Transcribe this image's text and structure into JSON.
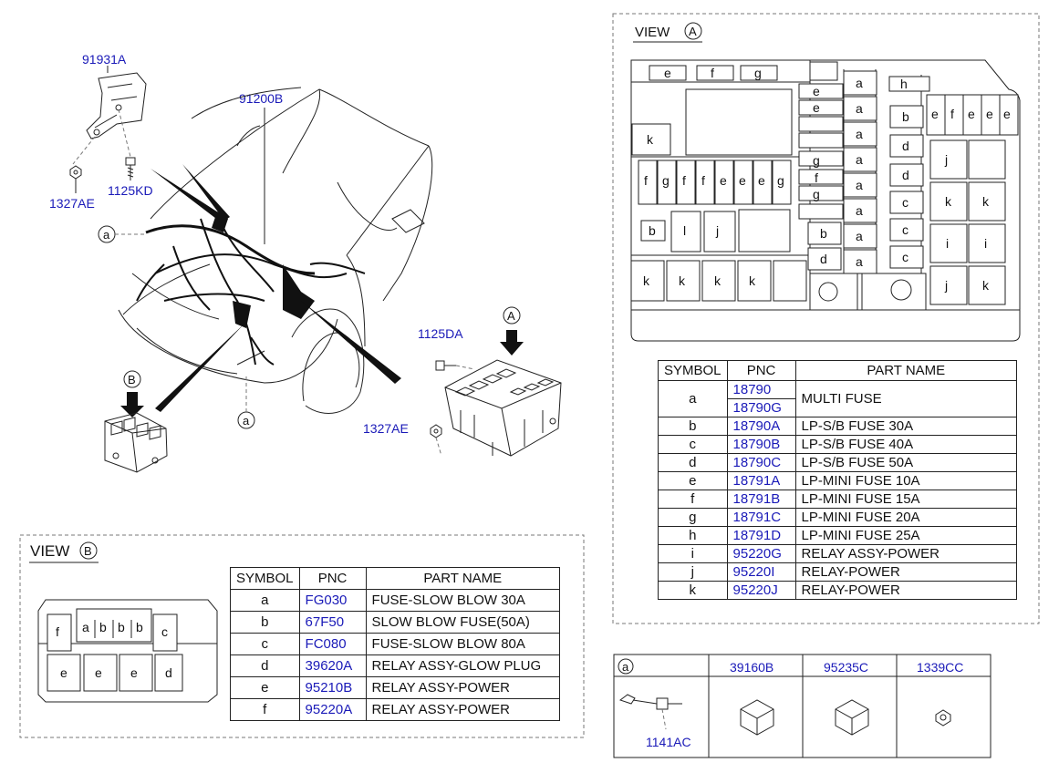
{
  "callouts": {
    "bracket": "91931A",
    "nut_small": "1327AE",
    "bolt_small": "1125KD",
    "harness": "91200B",
    "bolt_a": "1125DA",
    "nut_a": "1327AE",
    "marker_a": "a",
    "view_a_arrow": "A",
    "view_b_arrow": "B"
  },
  "view_a": {
    "title": "VIEW",
    "letter": "A",
    "slots": {
      "top_row": [
        "e",
        "f",
        "g"
      ],
      "col1": [
        "e",
        "e",
        "",
        "",
        "g",
        "f",
        "g",
        ""
      ],
      "col_a": [
        "a",
        "a",
        "a",
        "a",
        "a",
        "a",
        "a",
        "a"
      ],
      "col_b": [
        "h",
        "b",
        "d",
        "d",
        "c",
        "c",
        "c"
      ],
      "right_top": [
        "e",
        "f",
        "e",
        "e",
        "e"
      ],
      "right_jk": [
        "j",
        "",
        "k",
        "k",
        "i",
        "i",
        "j",
        "k"
      ],
      "mid_row": [
        "f",
        "g",
        "f",
        "f",
        "e",
        "e",
        "e",
        "g"
      ],
      "lower_left": [
        "b",
        "l",
        "j"
      ],
      "bottom_k": [
        "k",
        "k",
        "k",
        "k"
      ],
      "left_k": "k",
      "col1_b": [
        "b",
        "d"
      ]
    },
    "table": {
      "headers": [
        "SYMBOL",
        "PNC",
        "PART NAME"
      ],
      "rows": [
        {
          "symbol": "a",
          "pnc": [
            "18790",
            "18790G"
          ],
          "name": "MULTI FUSE"
        },
        {
          "symbol": "b",
          "pnc": [
            "18790A"
          ],
          "name": "LP-S/B FUSE 30A"
        },
        {
          "symbol": "c",
          "pnc": [
            "18790B"
          ],
          "name": "LP-S/B FUSE 40A"
        },
        {
          "symbol": "d",
          "pnc": [
            "18790C"
          ],
          "name": "LP-S/B FUSE 50A"
        },
        {
          "symbol": "e",
          "pnc": [
            "18791A"
          ],
          "name": "LP-MINI FUSE 10A"
        },
        {
          "symbol": "f",
          "pnc": [
            "18791B"
          ],
          "name": "LP-MINI FUSE 15A"
        },
        {
          "symbol": "g",
          "pnc": [
            "18791C"
          ],
          "name": "LP-MINI FUSE 20A"
        },
        {
          "symbol": "h",
          "pnc": [
            "18791D"
          ],
          "name": "LP-MINI FUSE 25A"
        },
        {
          "symbol": "i",
          "pnc": [
            "95220G"
          ],
          "name": "RELAY ASSY-POWER"
        },
        {
          "symbol": "j",
          "pnc": [
            "95220I"
          ],
          "name": "RELAY-POWER"
        },
        {
          "symbol": "k",
          "pnc": [
            "95220J"
          ],
          "name": "RELAY-POWER"
        }
      ]
    }
  },
  "view_b": {
    "title": "VIEW",
    "letter": "B",
    "slots": {
      "top": [
        "f",
        "a",
        "b",
        "b",
        "b",
        "c"
      ],
      "bottom": [
        "e",
        "e",
        "e",
        "d"
      ]
    },
    "table": {
      "headers": [
        "SYMBOL",
        "PNC",
        "PART NAME"
      ],
      "rows": [
        {
          "symbol": "a",
          "pnc": "FG030",
          "name": "FUSE-SLOW BLOW 30A"
        },
        {
          "symbol": "b",
          "pnc": "67F50",
          "name": "SLOW BLOW FUSE(50A)"
        },
        {
          "symbol": "c",
          "pnc": "FC080",
          "name": "FUSE-SLOW BLOW 80A"
        },
        {
          "symbol": "d",
          "pnc": "39620A",
          "name": "RELAY ASSY-GLOW PLUG"
        },
        {
          "symbol": "e",
          "pnc": "95210B",
          "name": "RELAY ASSY-POWER"
        },
        {
          "symbol": "f",
          "pnc": "95220A",
          "name": "RELAY ASSY-POWER"
        }
      ]
    }
  },
  "parts_box": {
    "marker": "a",
    "headers": [
      "39160B",
      "95235C",
      "1339CC"
    ],
    "bolt_label": "1141AC"
  }
}
